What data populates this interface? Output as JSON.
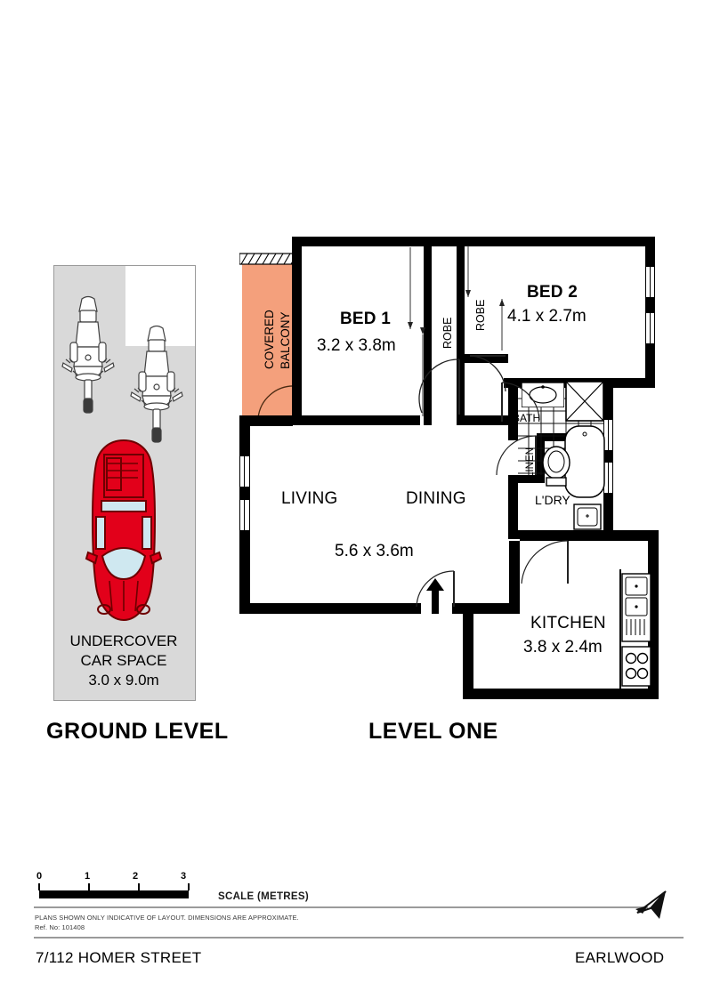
{
  "document": {
    "address": "7/112 HOMER STREET",
    "suburb": "EARLWOOD",
    "disclaimer_line1": "PLANS SHOWN ONLY INDICATIVE OF LAYOUT.  DIMENSIONS ARE APPROXIMATE.",
    "disclaimer_line2": "Ref. No: 101408"
  },
  "scale": {
    "caption": "SCALE (METRES)",
    "ticks": [
      "0",
      "1",
      "2",
      "3"
    ]
  },
  "compass": {
    "name": "north-arrow"
  },
  "ground_level": {
    "title": "GROUND LEVEL",
    "car_space": {
      "line1": "UNDERCOVER",
      "line2": "CAR SPACE",
      "line3": "3.0 x 9.0m"
    },
    "vehicles": {
      "motorbike_1": "motorbike",
      "motorbike_2": "motorbike",
      "car": "car"
    },
    "colors": {
      "slab": "#d9d9d9",
      "car_body": "#e2001a",
      "car_glass": "#cfe8f0"
    }
  },
  "level_one": {
    "title": "LEVEL ONE",
    "rooms": [
      {
        "name": "bed-1",
        "label": "BED 1",
        "dimensions": "3.2 x 3.8m"
      },
      {
        "name": "bed-2",
        "label": "BED 2",
        "dimensions": "4.1 x 2.7m"
      },
      {
        "name": "living",
        "label": "LIVING",
        "dimensions": ""
      },
      {
        "name": "dining",
        "label": "DINING",
        "dimensions": "5.6 x 3.6m"
      },
      {
        "name": "kitchen",
        "label": "KITCHEN",
        "dimensions": "3.8 x 2.4m"
      }
    ],
    "spaces": {
      "balcony": "COVERED\nBALCONY",
      "balcony_line1": "COVERED",
      "balcony_line2": "BALCONY",
      "bath": "BATH",
      "linen": "LINEN",
      "laundry": "L'DRY",
      "robe_1": "ROBE",
      "robe_2": "ROBE"
    },
    "colors": {
      "balcony_fill": "#f4a07c",
      "wall": "#000000"
    },
    "fixtures": [
      "vanity-basin",
      "shower",
      "bathtub",
      "toilet",
      "laundry-tub",
      "kitchen-sink",
      "cooktop"
    ],
    "entry": {
      "name": "entry-door-arrow"
    }
  }
}
